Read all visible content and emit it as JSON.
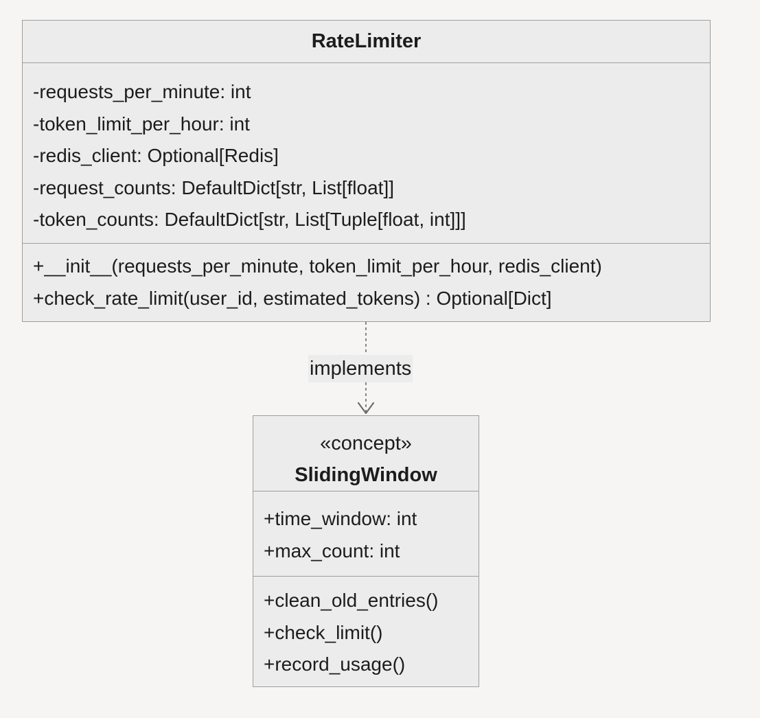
{
  "classes": {
    "rate_limiter": {
      "name": "RateLimiter",
      "attributes": [
        "-requests_per_minute: int",
        "-token_limit_per_hour: int",
        "-redis_client: Optional[Redis]",
        "-request_counts: DefaultDict[str, List[float]]",
        "-token_counts: DefaultDict[str, List[Tuple[float, int]]]"
      ],
      "methods": [
        "+__init__(requests_per_minute, token_limit_per_hour, redis_client)",
        "+check_rate_limit(user_id, estimated_tokens) : Optional[Dict]"
      ]
    },
    "sliding_window": {
      "stereotype": "«concept»",
      "name": "SlidingWindow",
      "attributes": [
        "+time_window: int",
        "+max_count: int"
      ],
      "methods": [
        "+clean_old_entries()",
        "+check_limit()",
        "+record_usage()"
      ]
    }
  },
  "relation": {
    "label": "implements",
    "from": "RateLimiter",
    "to": "SlidingWindow",
    "style": "dashed",
    "arrowhead": "open"
  },
  "colors": {
    "background": "#f6f5f3",
    "box_fill": "#ececec",
    "box_border": "#9d9d9d",
    "text": "#1c1c1c",
    "connector": "#6b6b6b"
  }
}
